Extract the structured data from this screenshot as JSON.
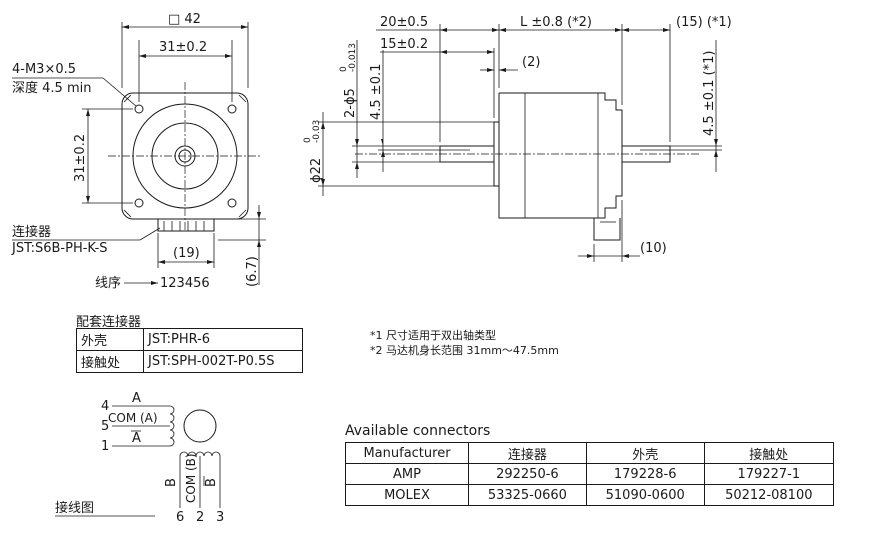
{
  "front_view": {
    "dim_size": "□ 42",
    "dim_hole_pitch": "31±0.2",
    "dim_vertical": "31±0.2",
    "mount_holes": "4-M3×0.5",
    "mount_depth": "深度 4.5 min",
    "connector_label": "连接器",
    "connector_part": "JST:S6B-PH-K-S",
    "dim_connector_width": "(19)",
    "dim_connector_height": "(6.7)",
    "wire_order_label": "线序",
    "wire_order_value": "123456"
  },
  "side_view": {
    "dim_20": "20±0.5",
    "dim_15": "15±0.2",
    "dim_L": "L ±0.8 (*2)",
    "dim_2": "(2)",
    "dim_rear": "(15) (*1)",
    "dim_shaft_dia_main": "2-ϕ5",
    "dim_shaft_tol_top": "0",
    "dim_shaft_tol_bottom": "-0.013",
    "dim_flat_front": "4.5 ±0.1",
    "dim_flat_rear": "4.5 ±0.1 (*1)",
    "dim_pilot_main": "ϕ22",
    "dim_pilot_tol_top": "0",
    "dim_pilot_tol_bottom": "-0.03",
    "dim_10": "(10)"
  },
  "mating": {
    "title": "配套连接器",
    "rows": [
      {
        "name": "外壳",
        "value": "JST:PHR-6"
      },
      {
        "name": "接触处",
        "value": "JST:SPH-002T-P0.5S"
      }
    ]
  },
  "notes": [
    "*1 尺寸适用于双出轴类型",
    "*2 马达机身长范围 31mm～47.5mm"
  ],
  "wiring": {
    "caption": "接线图",
    "phase_a": "A",
    "phase_a_bar": "A",
    "phase_b": "B",
    "phase_b_bar": "B",
    "com_a": "COM (A)",
    "com_b": "COM (B)",
    "pin4": "4",
    "pin5": "5",
    "pin1": "1",
    "pin6": "6",
    "pin2": "2",
    "pin3": "3"
  },
  "available": {
    "title": "Available connectors",
    "headers": [
      "Manufacturer",
      "连接器",
      "外壳",
      "接触处"
    ],
    "rows": [
      [
        "AMP",
        "292250-6",
        "179228-6",
        "179227-1"
      ],
      [
        "MOLEX",
        "53325-0660",
        "51090-0600",
        "50212-08100"
      ]
    ]
  }
}
